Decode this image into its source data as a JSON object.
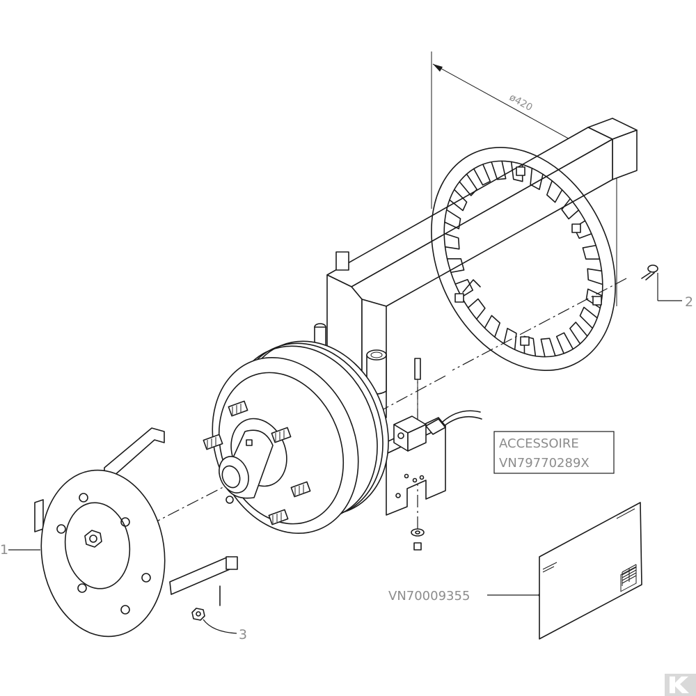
{
  "diagram": {
    "dimension": "ø420",
    "accessory_box": {
      "line1": "ACCESSOIRE",
      "line2": "VN79770289X"
    },
    "document_ref": "VN70009355",
    "callouts": [
      {
        "number": "1"
      },
      {
        "number": "2"
      },
      {
        "number": "3"
      }
    ]
  },
  "brand": {
    "logo_letter": "K"
  },
  "colors": {
    "line": "#1a1a1a",
    "label_gray": "#8c8c8c",
    "logo": "#d9d9d9"
  }
}
